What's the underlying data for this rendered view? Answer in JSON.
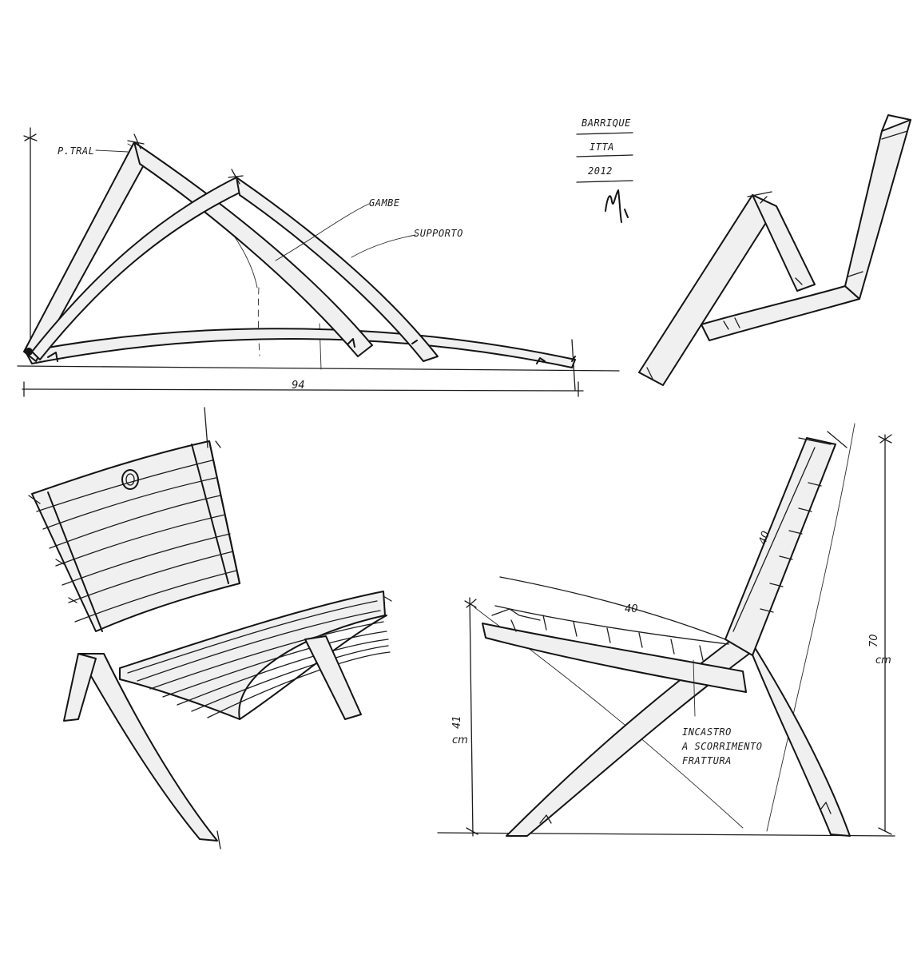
{
  "sketch_top_left": {
    "label_pivot": "P.TRAL",
    "label_frame": "GAMBE",
    "label_support": "SUPPORTO",
    "dimension_width": "94"
  },
  "title_block": {
    "line1": "BARRIQUE",
    "line2": "ITTA",
    "line3": "2012"
  },
  "sketch_bottom_right": {
    "dimension_seat": "40",
    "dimension_back": "40",
    "dimension_total_height": "70",
    "dimension_total_unit": "cm",
    "dimension_seat_height": "41",
    "dimension_seat_unit": "cm",
    "note_line1": "INCASTRO",
    "note_line2": "A SCORRIMENTO",
    "note_line3": "FRATTURA"
  }
}
